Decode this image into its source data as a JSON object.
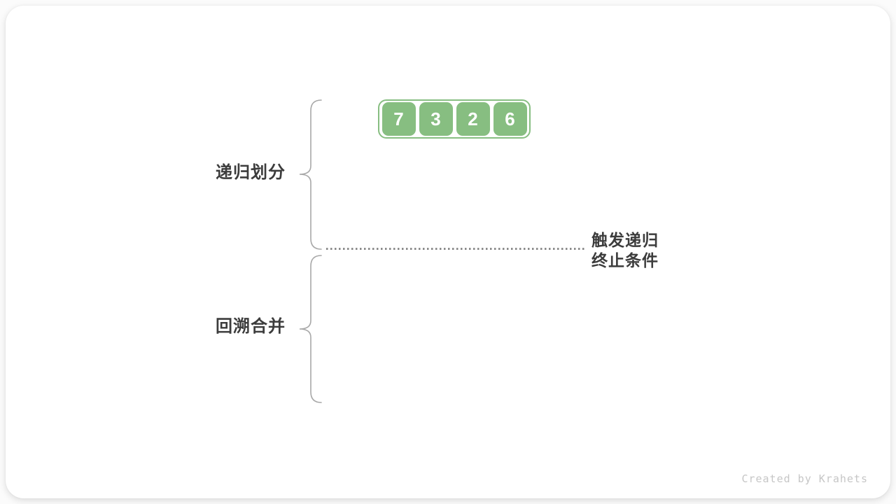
{
  "figure": {
    "array": {
      "values": [
        "7",
        "3",
        "2",
        "6"
      ]
    },
    "labels": {
      "top_brace": "递归划分",
      "bottom_brace": "回溯合并",
      "termination_line1": "触发递归",
      "termination_line2": "终止条件"
    },
    "watermark": "Created by Krahets",
    "colors": {
      "array_green": "#87be81",
      "label_text": "#3c3c3c",
      "brace_gray": "#a8a8a8",
      "dotted_line_gray": "#8c8c8c",
      "watermark_gray": "#c6c6c6",
      "card_background": "#ffffff"
    }
  }
}
